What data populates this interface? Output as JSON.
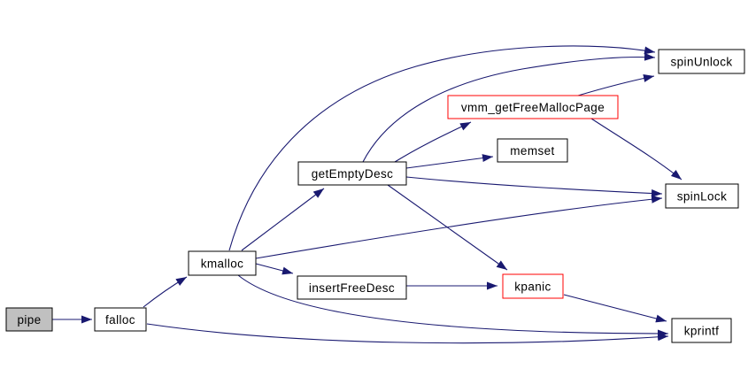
{
  "diagram": {
    "kind": "call-graph",
    "colors": {
      "edge": "#191970",
      "node_border": "#000000",
      "highlight_border": "#ff0000",
      "root_fill": "#c0c0c0",
      "node_fill": "#ffffff",
      "background": "#ffffff",
      "text": "#000000"
    },
    "nodes": {
      "pipe": {
        "label": "pipe"
      },
      "falloc": {
        "label": "falloc"
      },
      "kmalloc": {
        "label": "kmalloc"
      },
      "insertFreeDesc": {
        "label": "insertFreeDesc"
      },
      "getEmptyDesc": {
        "label": "getEmptyDesc"
      },
      "vmm_getFreeMallocPage": {
        "label": "vmm_getFreeMallocPage"
      },
      "memset": {
        "label": "memset"
      },
      "spinUnlock": {
        "label": "spinUnlock"
      },
      "spinLock": {
        "label": "spinLock"
      },
      "kpanic": {
        "label": "kpanic"
      },
      "kprintf": {
        "label": "kprintf"
      }
    },
    "edges": [
      {
        "from": "pipe",
        "to": "falloc"
      },
      {
        "from": "falloc",
        "to": "kmalloc"
      },
      {
        "from": "falloc",
        "to": "kprintf"
      },
      {
        "from": "kmalloc",
        "to": "getEmptyDesc"
      },
      {
        "from": "kmalloc",
        "to": "insertFreeDesc"
      },
      {
        "from": "kmalloc",
        "to": "spinUnlock"
      },
      {
        "from": "kmalloc",
        "to": "spinLock"
      },
      {
        "from": "kmalloc",
        "to": "kprintf"
      },
      {
        "from": "getEmptyDesc",
        "to": "vmm_getFreeMallocPage"
      },
      {
        "from": "getEmptyDesc",
        "to": "memset"
      },
      {
        "from": "getEmptyDesc",
        "to": "spinUnlock"
      },
      {
        "from": "getEmptyDesc",
        "to": "spinLock"
      },
      {
        "from": "getEmptyDesc",
        "to": "kpanic"
      },
      {
        "from": "vmm_getFreeMallocPage",
        "to": "spinUnlock"
      },
      {
        "from": "vmm_getFreeMallocPage",
        "to": "spinLock"
      },
      {
        "from": "insertFreeDesc",
        "to": "kpanic"
      },
      {
        "from": "kpanic",
        "to": "kprintf"
      }
    ]
  }
}
